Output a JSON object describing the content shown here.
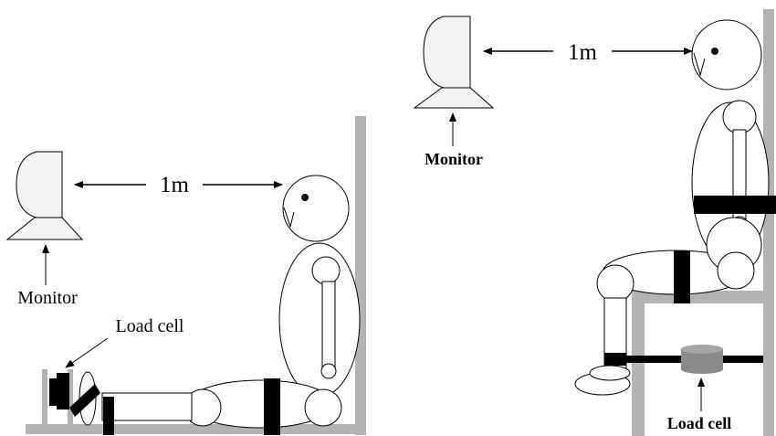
{
  "left_panel": {
    "distance_label": "1m",
    "monitor_label": "Monitor",
    "load_cell_label": "Load cell"
  },
  "right_panel": {
    "distance_label": "1m",
    "monitor_label": "Monitor",
    "load_cell_label": "Load cell"
  },
  "colors": {
    "wall": "#b3b3b3",
    "outline": "#000000",
    "fill": "#ffffff",
    "strap": "#000000",
    "load_cell_body": "#8a8a8a"
  }
}
